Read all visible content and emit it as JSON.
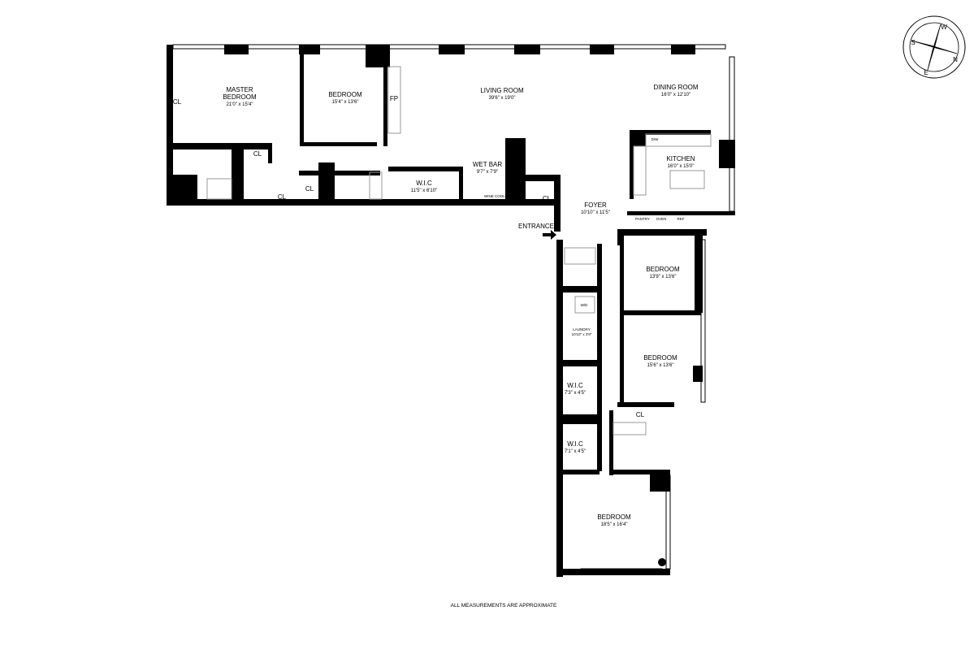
{
  "plan": {
    "rooms": [
      {
        "name": "MASTER",
        "name2": "BEDROOM",
        "dims": "21'0\" x 15'4\""
      },
      {
        "name": "BEDROOM",
        "dims": "15'4\" x 13'6\""
      },
      {
        "name": "LIVING ROOM",
        "dims": "39'6\" x 19'0\""
      },
      {
        "name": "DINING ROOM",
        "dims": "16'0\" x 12'10\""
      },
      {
        "name": "KITCHEN",
        "dims": "16'0\" x 15'0\""
      },
      {
        "name": "WET BAR",
        "dims": "9'7\" x 7'9\""
      },
      {
        "name": "W.I.C",
        "dims": "11'5\" x 6'10\""
      },
      {
        "name": "FOYER",
        "dims": "10'10\" x 11'5\""
      },
      {
        "name": "BEDROOM",
        "dims": "13'9\" x 13'6\""
      },
      {
        "name": "LAUNDRY",
        "dims": "10'10\" x 3'9\""
      },
      {
        "name": "BEDROOM",
        "dims": "15'6\" x 13'6\""
      },
      {
        "name": "W.I.C",
        "dims": "7'3\" x 4'5\""
      },
      {
        "name": "W.I.C",
        "dims": "7'1\" x 4'5\""
      },
      {
        "name": "BEDROOM",
        "dims": "18'5\" x 16'4\""
      }
    ],
    "closet": "CL",
    "fireplace": "FP",
    "entrance": "ENTRANCE",
    "dishwasher": "D/W",
    "washer_dryer": "W/D",
    "pantry": "PANTRY",
    "oven": "OVEN",
    "ref": "REF",
    "wine_cooler": "WINE COOLER"
  },
  "compass": {
    "letters": [
      "S",
      "W",
      "N",
      "E"
    ]
  },
  "footnote": "ALL MEASUREMENTS ARE APPROXIMATE"
}
